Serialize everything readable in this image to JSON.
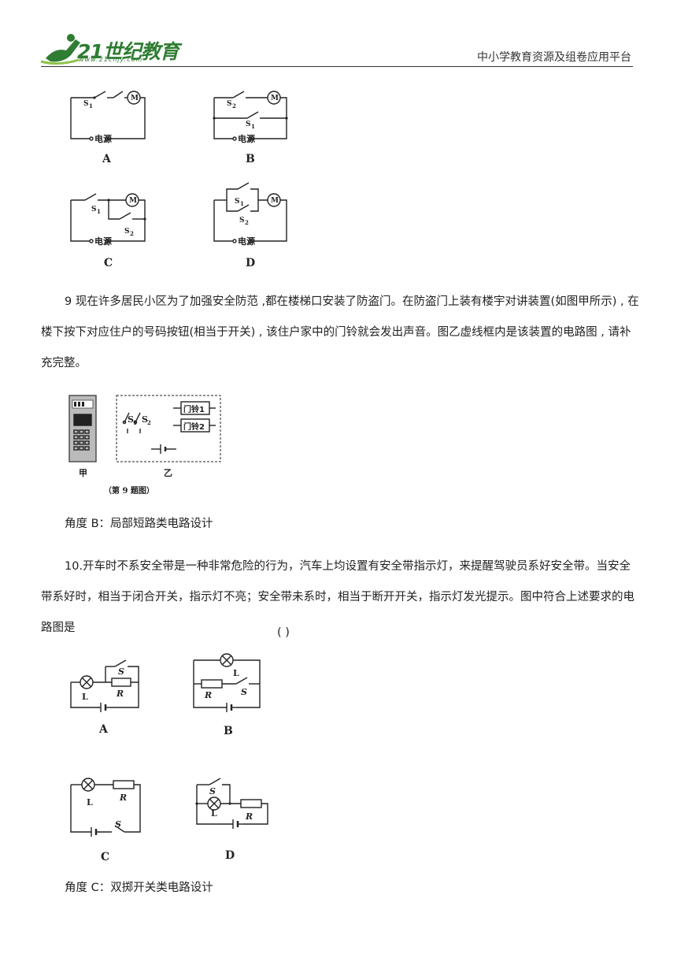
{
  "header": {
    "logo_text": "21世纪教育",
    "logo_sub": "www.21cnjy.com",
    "platform": "中小学教育资源及组卷应用平台"
  },
  "fig_top": {
    "labels": [
      "A",
      "B",
      "C",
      "D"
    ],
    "s1": "S",
    "s2": "S",
    "sub1": "1",
    "sub2": "2",
    "motor": "M",
    "power": "电源"
  },
  "q9": {
    "text": "9  现在许多居民小区为了加强安全防范 ,都在楼梯口安装了防盗门。在防盗门上装有楼宇对讲装置(如图甲所示) , 在楼下按下对应住户的号码按钮(相当于开关) , 该住户家中的门铃就会发出声音。图乙虚线框内是该装置的电路图 , 请补充完整。",
    "bell1": "门铃1",
    "bell2": "门铃2",
    "jia": "甲",
    "yi": "乙",
    "caption": "（第 9 题图）"
  },
  "angle_b": "角度 B：局部短路类电路设计",
  "q10": {
    "text": "10.开车时不系安全带是一种非常危险的行为，汽车上均设置有安全带指示灯，来提醒驾驶员系好安全带。当安全带系好时，相当于闭合开关，指示灯不亮；安全带未系时，相当于断开开关，指示灯发光提示。图中符合上述要求的电路图是",
    "bracket": "(      )",
    "labels": [
      "A",
      "B",
      "C",
      "D"
    ],
    "s": "S",
    "l": "L",
    "r": "R"
  },
  "angle_c": "角度 C：双掷开关类电路设计"
}
